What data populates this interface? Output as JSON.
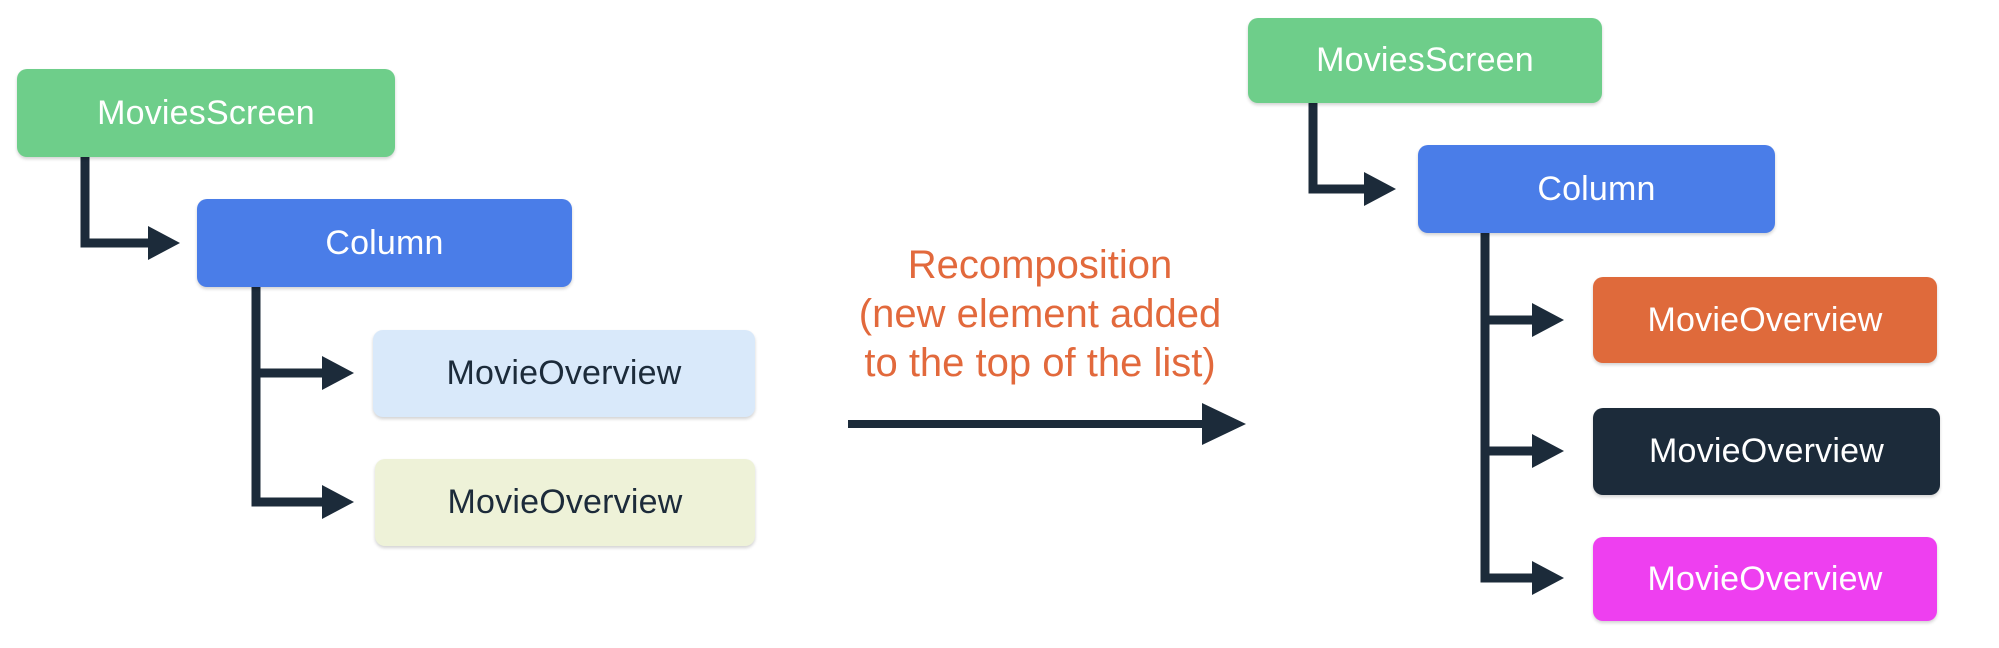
{
  "colors": {
    "green": "#6ECE8A",
    "blue": "#4A7DE8",
    "light_blue": "#D9E9FA",
    "cream": "#EEF2D8",
    "orange": "#DF6A3B",
    "navy": "#1C2B3A",
    "magenta": "#EE3FF0",
    "connector": "#1C2B3A",
    "annotation_text": "#E2693C",
    "white_text": "#FFFFFF"
  },
  "left_tree": {
    "nodes": [
      {
        "label": "MoviesScreen",
        "bg": "#6ECE8A",
        "fg": "#FFFFFF"
      },
      {
        "label": "Column",
        "bg": "#4A7DE8",
        "fg": "#FFFFFF"
      },
      {
        "label": "MovieOverview",
        "bg": "#D9E9FA",
        "fg": "#1C2B3A"
      },
      {
        "label": "MovieOverview",
        "bg": "#EEF2D8",
        "fg": "#1C2B3A"
      }
    ]
  },
  "annotation": {
    "lines": [
      "Recomposition",
      "(new element added",
      "to the top of the list)"
    ],
    "color": "#E2693C"
  },
  "right_tree": {
    "nodes": [
      {
        "label": "MoviesScreen",
        "bg": "#6ECE8A",
        "fg": "#FFFFFF"
      },
      {
        "label": "Column",
        "bg": "#4A7DE8",
        "fg": "#FFFFFF"
      },
      {
        "label": "MovieOverview",
        "bg": "#DF6A3B",
        "fg": "#FFFFFF"
      },
      {
        "label": "MovieOverview",
        "bg": "#1C2B3A",
        "fg": "#FFFFFF"
      },
      {
        "label": "MovieOverview",
        "bg": "#EE3FF0",
        "fg": "#FFFFFF"
      }
    ]
  }
}
